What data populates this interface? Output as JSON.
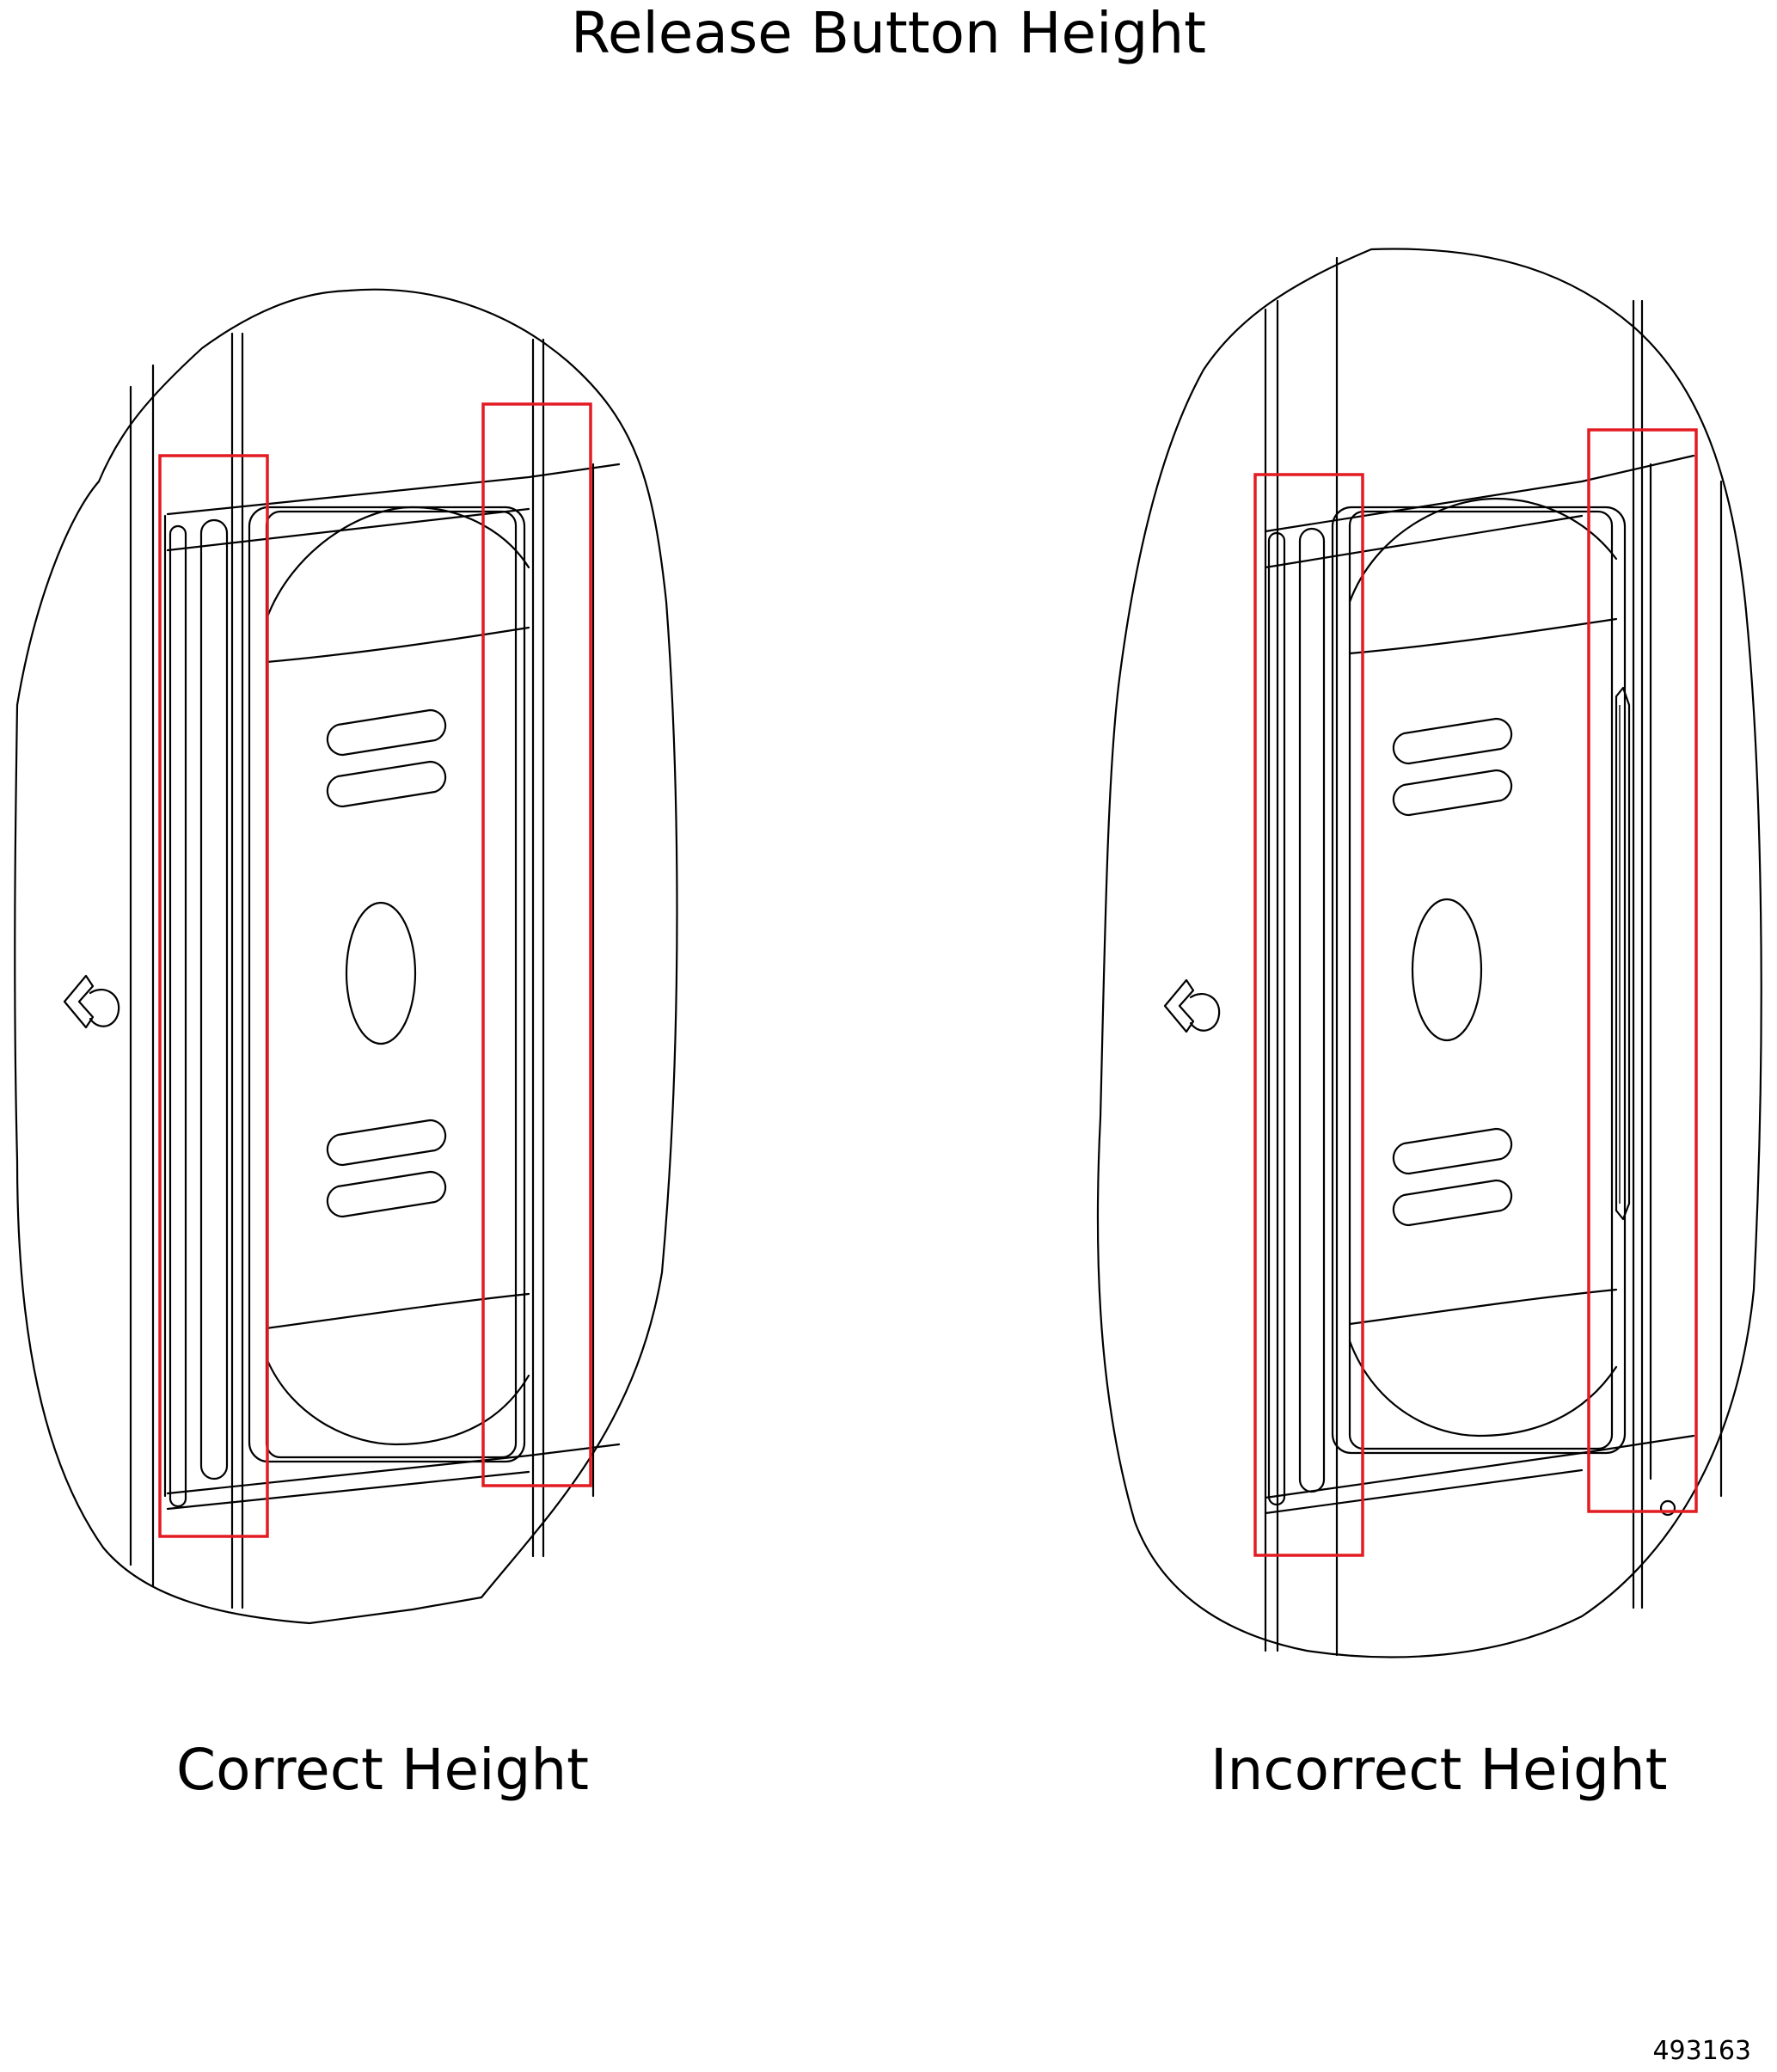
{
  "title": "Release Button Height",
  "panels": [
    {
      "caption": "Correct Height",
      "highlight_color": "#e31b23"
    },
    {
      "caption": "Incorrect Height",
      "highlight_color": "#e31b23"
    }
  ],
  "figure_id": "493163",
  "icons": [
    "release-arrow-icon"
  ]
}
